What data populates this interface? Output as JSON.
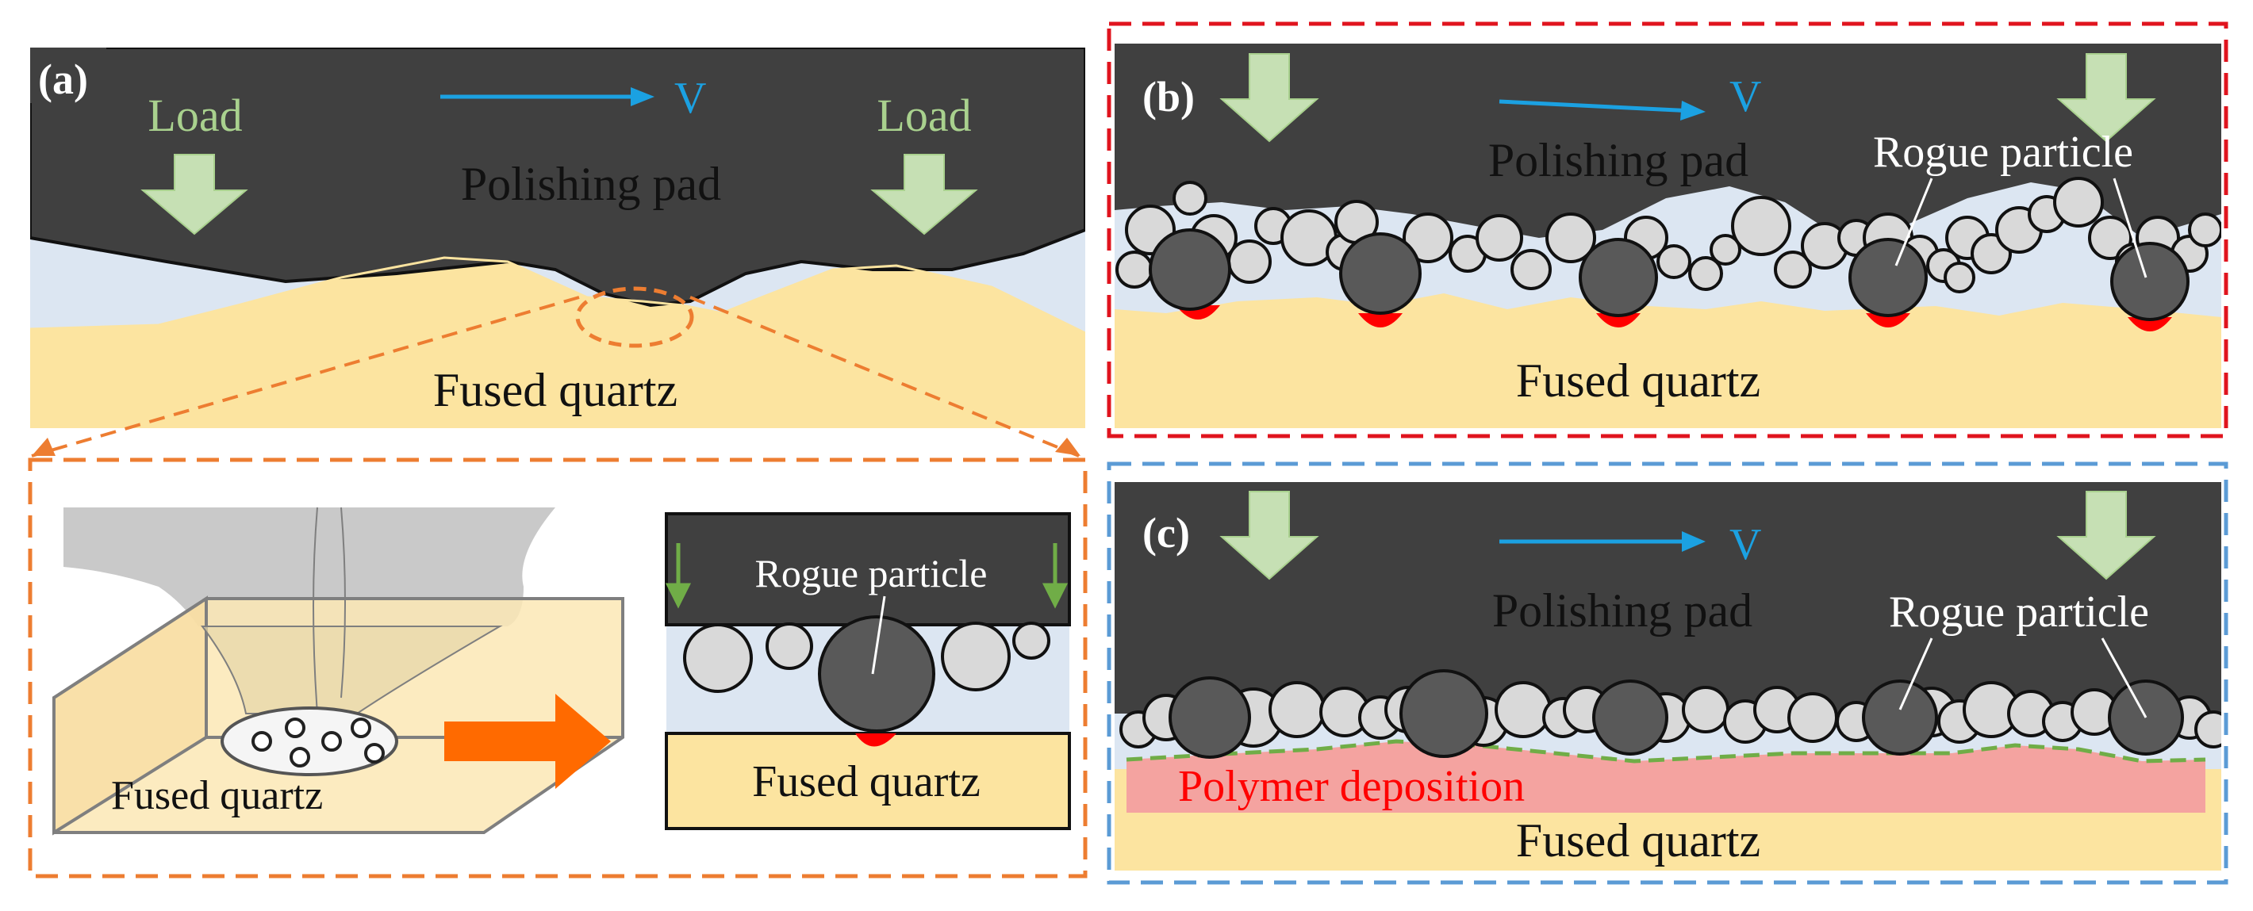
{
  "panel_a": {
    "tag": "(a)",
    "load_left": "Load",
    "load_right": "Load",
    "velocity": "V",
    "pad": "Polishing pad",
    "substrate": "Fused quartz"
  },
  "inset": {
    "substrate_3d": "Fused quartz",
    "rogue_label": "Rogue particle",
    "substrate_2d": "Fused quartz"
  },
  "panel_b": {
    "tag": "(b)",
    "velocity": "V",
    "pad": "Polishing pad",
    "rogue_label": "Rogue particle",
    "substrate": "Fused quartz"
  },
  "panel_c": {
    "tag": "(c)",
    "velocity": "V",
    "pad": "Polishing pad",
    "rogue_label": "Rogue particle",
    "deposition": "Polymer deposition",
    "substrate": "Fused quartz"
  },
  "colors": {
    "pad": "#404040",
    "slurry": "#dce6f2",
    "quartz": "#fce4a0",
    "load_arrow": "#c6e0b4",
    "velocity_arrow": "#1ba1e2",
    "damage": "#ff0000",
    "deposition": "#f4a3a0",
    "frame_a": "#ed7d31",
    "frame_b": "#e0141e",
    "frame_c": "#5b9bd5",
    "particle": "#d9d9d9",
    "rogue_particle": "#595959",
    "arrow_orange": "#ff6a00"
  }
}
